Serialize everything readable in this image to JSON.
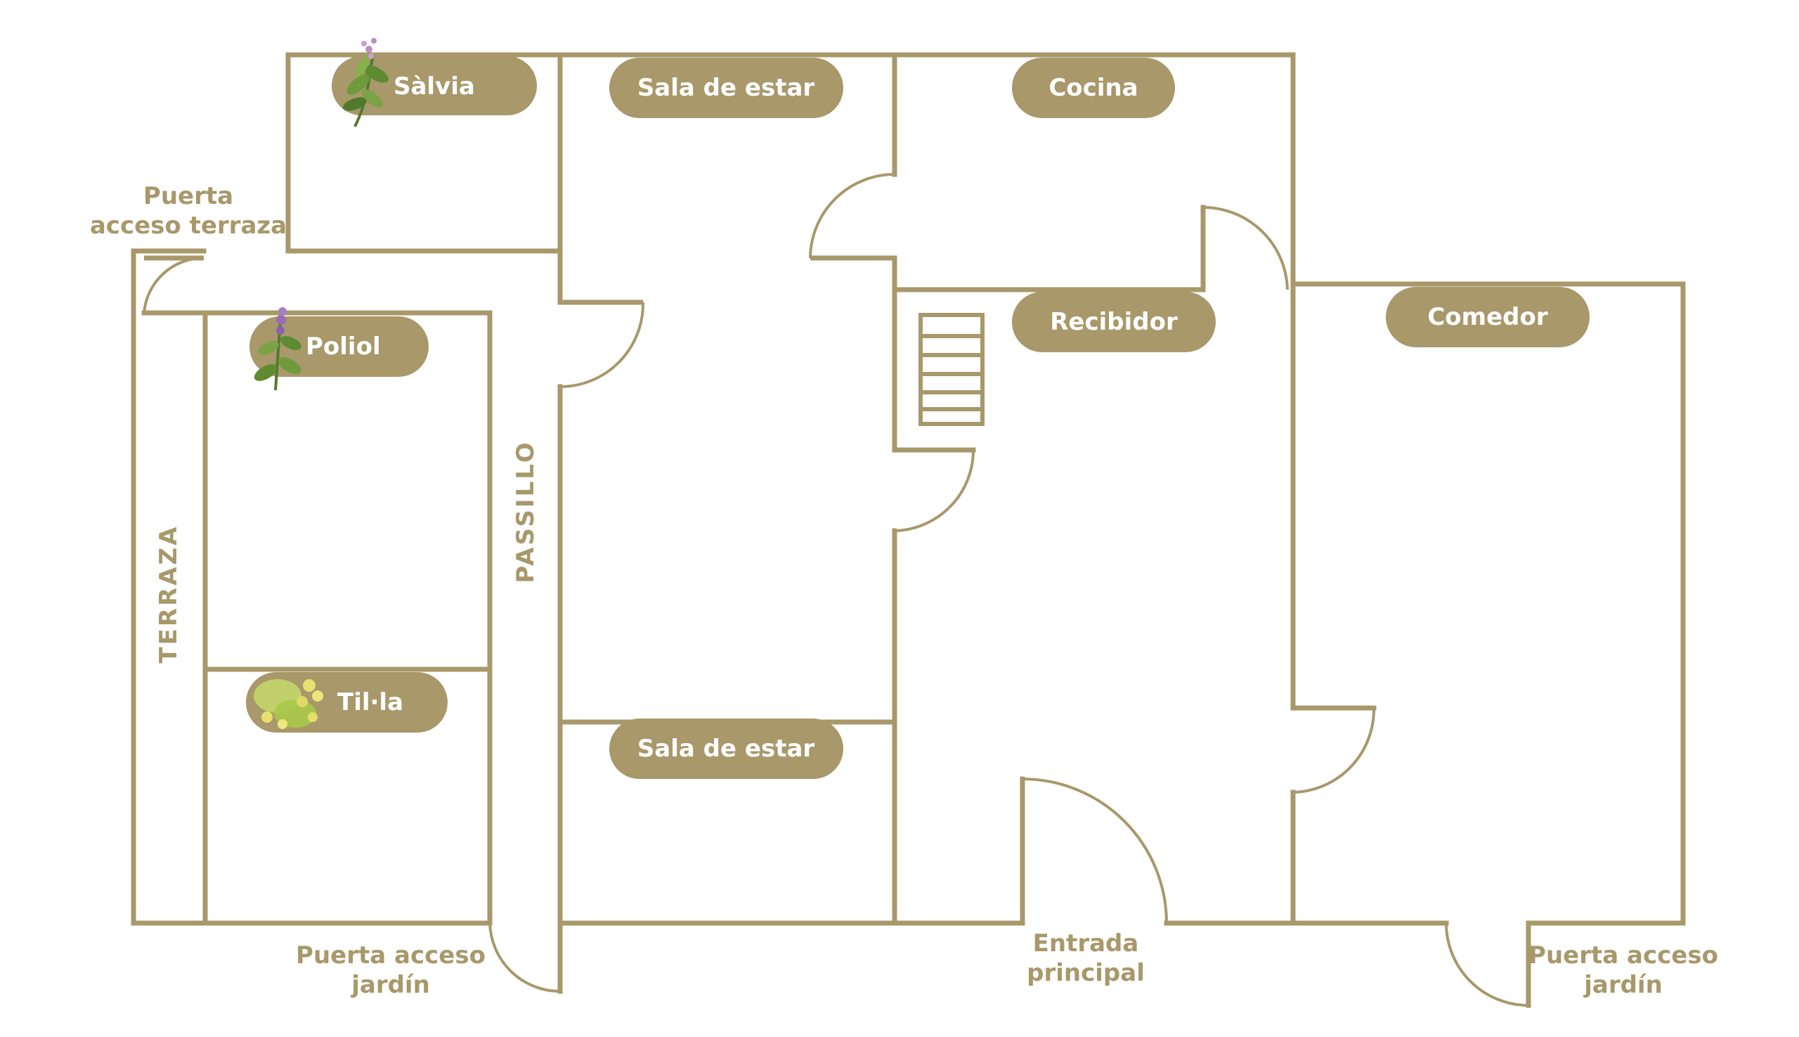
{
  "colors": {
    "wall": "#a8986a",
    "label_bg": "#a8986a",
    "label_text": "#ffffff",
    "background": "#ffffff"
  },
  "rooms": {
    "salvia": {
      "label": "Sàlvia",
      "icon": "sage-plant-icon"
    },
    "sala_estar_top": {
      "label": "Sala de estar"
    },
    "cocina": {
      "label": "Cocina"
    },
    "recibidor": {
      "label": "Recibidor"
    },
    "comedor": {
      "label": "Comedor"
    },
    "poliol": {
      "label": "Poliol",
      "icon": "pennyroyal-plant-icon"
    },
    "tila": {
      "label": "Til·la",
      "icon": "linden-flower-icon"
    },
    "sala_estar_bottom": {
      "label": "Sala de estar"
    }
  },
  "areas": {
    "terraza": "TERRAZA",
    "passillo": "PASSILLO"
  },
  "doors": {
    "terraza_access": [
      "Puerta",
      "acceso terraza"
    ],
    "garden_left": [
      "Puerta acceso",
      "jardín"
    ],
    "main_entrance": [
      "Entrada",
      "principal"
    ],
    "garden_right": [
      "Puerta acceso",
      "jardín"
    ]
  }
}
